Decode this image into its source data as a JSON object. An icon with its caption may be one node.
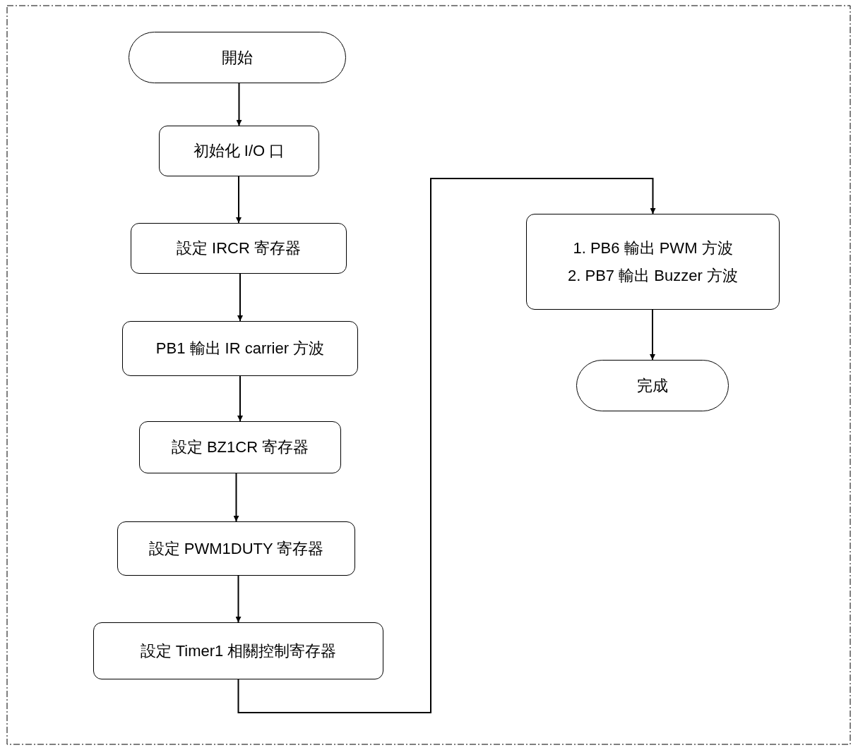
{
  "diagram": {
    "nodes": [
      {
        "text": [
          "開始"
        ]
      },
      {
        "text": [
          "初始化 I/O 口"
        ]
      },
      {
        "text": [
          "設定 IRCR 寄存器"
        ]
      },
      {
        "text": [
          "PB1 輸出 IR carrier 方波"
        ]
      },
      {
        "text": [
          "設定 BZ1CR 寄存器"
        ]
      },
      {
        "text": [
          "設定 PWM1DUTY 寄存器"
        ]
      },
      {
        "text": [
          "設定 Timer1 相關控制寄存器"
        ]
      },
      {
        "text": [
          "1. PB6 輸出 PWM 方波",
          "2. PB7 輸出 Buzzer 方波"
        ]
      },
      {
        "text": [
          "完成"
        ]
      }
    ],
    "edges": [
      {
        "from": 0,
        "to": 1,
        "arrow": "to"
      },
      {
        "from": 1,
        "to": 2,
        "arrow": "to"
      },
      {
        "from": 2,
        "to": 3,
        "arrow": "to"
      },
      {
        "from": 3,
        "to": 4,
        "arrow": "to"
      },
      {
        "from": 4,
        "to": 5,
        "arrow": "to"
      },
      {
        "from": 5,
        "to": 6,
        "arrow": "to"
      },
      {
        "from": 6,
        "to": 7,
        "arrow": "to"
      },
      {
        "from": 7,
        "to": 8,
        "arrow": "to"
      }
    ]
  }
}
